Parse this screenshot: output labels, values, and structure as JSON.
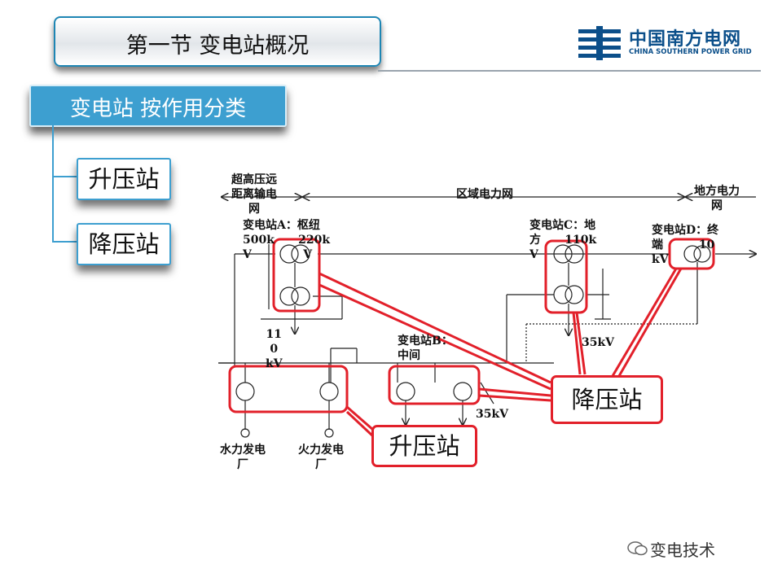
{
  "header": {
    "title": "第一节  变电站概况"
  },
  "logo": {
    "name_cn": "中国南方电网",
    "name_en": "CHINA SOUTHERN POWER GRID"
  },
  "category": {
    "title": "变电站 按作用分类",
    "items": [
      {
        "label": "升压站"
      },
      {
        "label": "降压站"
      }
    ]
  },
  "diagram": {
    "zones": {
      "ehv": "超高压远\n距离输电\n网",
      "regional": "区域电力网",
      "local": "地方电力\n网"
    },
    "stations": {
      "a": "变电站A：枢纽\n500k      220k\nV             V",
      "b": "变电站B：\n中间",
      "c": "变电站C：地\n方      110k\nV",
      "d": "变电站D：终\n端         10\nkV"
    },
    "voltages": {
      "kv110": "11\n0\nkV",
      "kv35_c": "35kV",
      "kv35_b": "35kV"
    },
    "plants": {
      "hydro": "水力发电\n厂",
      "thermal": "火力发电\n厂"
    },
    "callouts": {
      "step_down": "降压站",
      "step_up": "升压站"
    },
    "colors": {
      "highlight": "#e2202a",
      "line": "#222222",
      "accent": "#3d9fd0"
    }
  },
  "watermark": {
    "text": "变电技术"
  }
}
